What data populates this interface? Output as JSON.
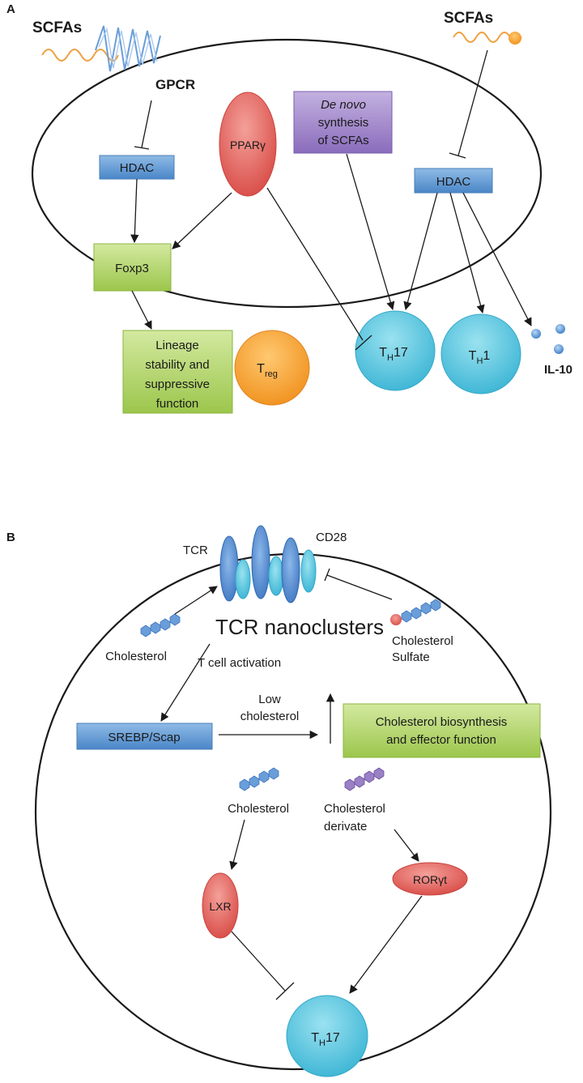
{
  "panel_a": {
    "label": "A",
    "scfa_left": "SCFAs",
    "scfa_right": "SCFAs",
    "gpcr": "GPCR",
    "hdac_left": "HDAC",
    "hdac_right": "HDAC",
    "pparg": "PPARγ",
    "denovo_italic": "De novo",
    "denovo_line2": "synthesis",
    "denovo_line3": "of SCFAs",
    "foxp3": "Foxp3",
    "lineage_line1": "Lineage",
    "lineage_line2": "stability and",
    "lineage_line3": "suppressive",
    "lineage_line4": "function",
    "treg_main": "T",
    "treg_sub": "reg",
    "th17_main": "T",
    "th17_sub": "H",
    "th17_num": "17",
    "th1_main": "T",
    "th1_sub": "H",
    "th1_num": "1",
    "il10": "IL-10"
  },
  "panel_b": {
    "label": "B",
    "tcr": "TCR",
    "cd28": "CD28",
    "nanoclusters": "TCR nanoclusters",
    "cholesterol_left": "Cholesterol",
    "cholesterol_sulfate_line1": "Cholesterol",
    "cholesterol_sulfate_line2": "Sulfate",
    "t_cell_activation": "T cell activation",
    "low_chol_line1": "Low",
    "low_chol_line2": "cholesterol",
    "srebp": "SREBP/Scap",
    "biosynth_line1": "Cholesterol biosynthesis",
    "biosynth_line2": "and effector function",
    "cholesterol_bottom": "Cholesterol",
    "derivate_line1": "Cholesterol",
    "derivate_line2": "derivate",
    "lxr": "LXR",
    "rorgt": "RORγt",
    "th17_main": "T",
    "th17_sub": "H",
    "th17_num": "17"
  },
  "colors": {
    "blue_box": "#5b9bd5",
    "green_box": "#b5d56a",
    "red_oval": "#e05a55",
    "cyan_cell": "#5cc8e0",
    "orange_cell": "#f5a030",
    "purple_box": "#9a80c4",
    "wave_orange": "#f0a040",
    "wave_blue": "#6a9ed8"
  }
}
